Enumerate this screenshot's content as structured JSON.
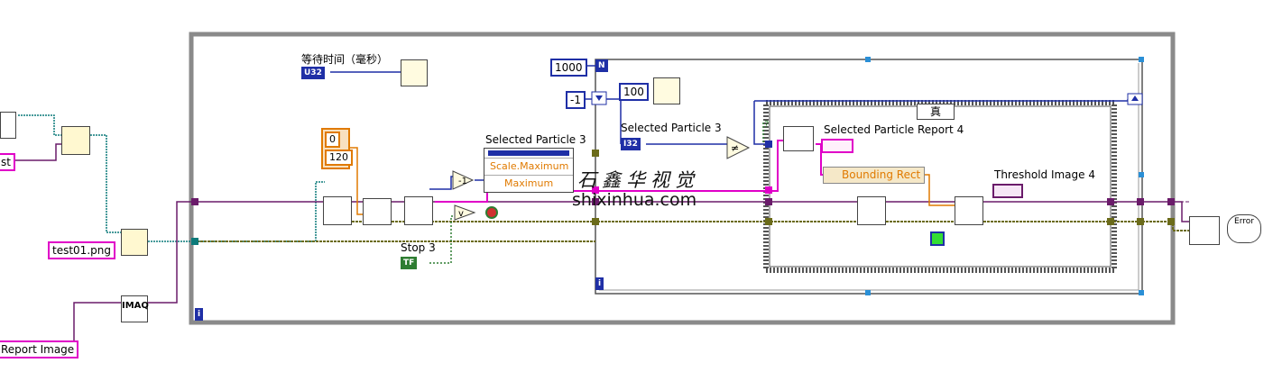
{
  "labels": {
    "wait_time": "等待时间（毫秒）",
    "selected_particle_mid": "Selected Particle 3",
    "selected_particle_inner": "Selected Particle 3",
    "selected_particle_report": "Selected Particle Report 4",
    "threshold_image": "Threshold Image 4",
    "stop": "Stop 3"
  },
  "constants": {
    "loop_count": "1000",
    "neg_one": "-1",
    "wait_inner": "100",
    "range_low": "0",
    "range_high": "120",
    "filename": "test01.png",
    "report_image": "Report Image",
    "left_partial": "st"
  },
  "terminals": {
    "u32": "U32",
    "i32": "I32",
    "tf": "TF",
    "imaq": "IMAQ",
    "loop_n": "N",
    "loop_i": "i",
    "inner_loop_i": "i",
    "error": "Error"
  },
  "property_node": {
    "rows": [
      "Scale.Maximum",
      "Maximum"
    ]
  },
  "case_structure": {
    "selector": "真",
    "question": "?"
  },
  "unbundle": {
    "field": "Bounding Rect"
  },
  "watermark": {
    "brush": "石鑫华视觉",
    "url": "shixinhua.com"
  },
  "colors": {
    "wire_blue": "#1f2fa6",
    "wire_pink": "#e000c8",
    "wire_purple": "#6a1b6a",
    "wire_teal": "#0c7a7a",
    "wire_green": "#2e7d32",
    "wire_olive": "#6b6b1a",
    "structure_gray": "#8a8a8a"
  }
}
